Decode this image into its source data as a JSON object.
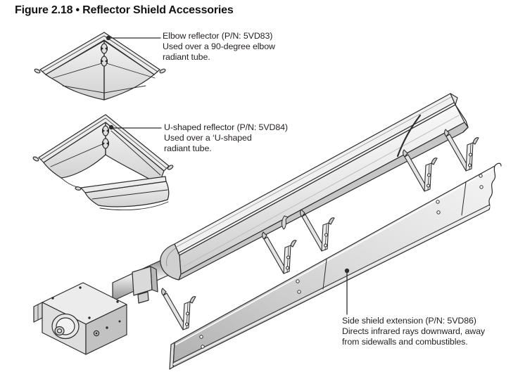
{
  "figure": {
    "title": "Figure 2.18 • Reflector Shield Accessories"
  },
  "labels": {
    "elbow": {
      "lines": [
        "Elbow reflector (P/N: 5VD83)",
        "Used over a 90-degree elbow",
        "radiant tube."
      ]
    },
    "u_shaped": {
      "lines": [
        "U-shaped reflector (P/N: 5VD84)",
        "Used over a ‘U-shaped",
        "radiant tube."
      ]
    },
    "side_shield": {
      "lines": [
        "Side shield extension (P/N: 5VD86)",
        "Directs infrared rays downward, away",
        "from sidewalls and combustibles."
      ]
    }
  },
  "illustration": {
    "parts": [
      "elbow-reflector",
      "u-shaped-reflector",
      "burner-box",
      "connecting-tube",
      "radiant-tube-reflector",
      "hanger-brackets",
      "side-shield-extension"
    ],
    "colors": {
      "outline": "#2d2d2d",
      "fill_light": "#f1f1f1",
      "fill_mid": "#d8d8d8",
      "fill_dark": "#b5b5b5",
      "background": "#ffffff",
      "text": "#231f20"
    }
  }
}
